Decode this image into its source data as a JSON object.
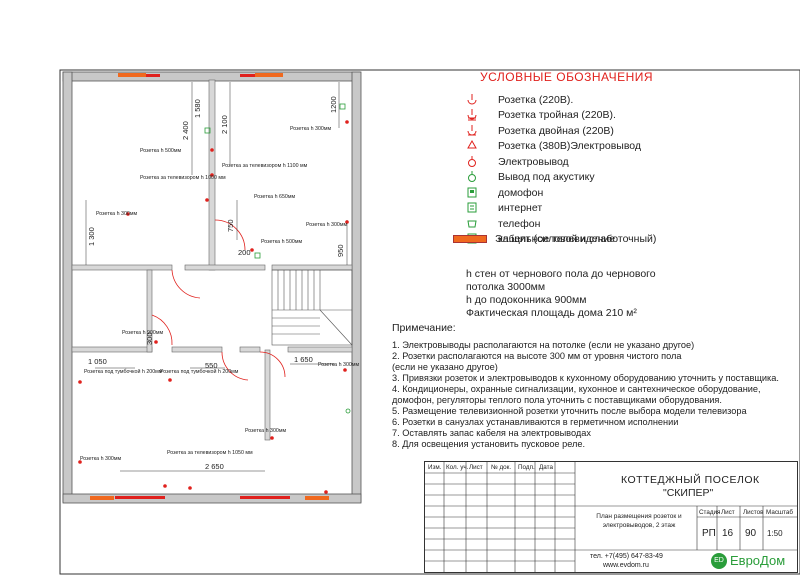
{
  "legend": {
    "title": "УСЛОВНЫЕ ОБОЗНАЧЕНИЯ",
    "items": [
      {
        "icon": "socket-icon",
        "label": "Розетка  (220В)."
      },
      {
        "icon": "triple-socket-icon",
        "label": "Розетка тройная  (220В)."
      },
      {
        "icon": "double-socket-icon",
        "label": "Розетка двойная  (220В)"
      },
      {
        "icon": "socket-380-icon",
        "label": "Розетка  (380В)Электровывод"
      },
      {
        "icon": "outlet-icon",
        "label": "Электровывод"
      },
      {
        "icon": "acoustic-outlet-icon",
        "label": "Вывод под акустику"
      },
      {
        "icon": "intercom-icon",
        "label": "домофон"
      },
      {
        "icon": "internet-icon",
        "label": "интернет"
      },
      {
        "icon": "phone-icon",
        "label": "телефон"
      },
      {
        "icon": "cable-tv-icon",
        "label": "кабельное телевидение"
      }
    ],
    "shield_label": "Эл.щит (силовой и слаботочный)"
  },
  "facts": [
    "h стен от чернового пола до чернового",
    "потолка 3000мм",
    "h до подоконника 900мм",
    "Фактическая площадь дома 210 м²"
  ],
  "notes_title": "Примечание:",
  "notes": [
    "1. Электровыводы располагаются на потолке (если не указано другое)",
    "2. Розетки располагаются на высоте 300 мм от уровня чистого пола",
    "(если не указано другое)",
    "3. Привязки розеток и электровыводов к кухонному оборудованию уточнить у поставщика.",
    "4. Кондиционеры, охранные сигнализации, кухонное и сантехническое оборудование,",
    "домофон,  регуляторы теплого пола уточнить с поставщиками оборудования.",
    "5. Размещение телевизионной розетки уточнить после выбора модели телевизора",
    "6. Розетки в санузлах устанавливаются в герметичном исполнении",
    "7. Оставлять запас кабеля на электровыводах",
    "8. Для освещения установить пусковое реле."
  ],
  "plan": {
    "dimensions": [
      "1 580",
      "2 400",
      "2 100",
      "1200",
      "1 300",
      "750",
      "200",
      "950",
      "300",
      "1 050",
      "550",
      "1 650",
      "2 650"
    ],
    "labels": [
      "Розетка h 500мм",
      "Розетка за телевизором h 1100 мм",
      "Розетка за телевизором h 1000 мм",
      "Розетка h 300мм",
      "Розетка h 650мм",
      "Розетка h 300мм",
      "Розетка h 300мм",
      "Розетка h 500мм",
      "Розетка h 900мм",
      "Розетка под тумбочкой h 200мм",
      "Розетка под тумбочкой h 200мм",
      "Розетка h 300мм",
      "Розетка h 300мм",
      "Розетка за телевизором h 1050 мм",
      "Розетка h 300мм"
    ]
  },
  "stamp": {
    "headers": [
      "Изм.",
      "Кол. уч.",
      "Лист",
      "№ док.",
      "Подп.",
      "Дата"
    ],
    "project": "КОТТЕДЖНЫЙ ПОСЕЛОК",
    "project_name": "\"СКИПЕР\"",
    "sheet_title": "План размещения розеток и электровыводов, 2 этаж",
    "col_headers": [
      "Стадия",
      "Лист",
      "Листов",
      "Масштаб"
    ],
    "stage": "РП",
    "sheet": "16",
    "sheets": "90",
    "scale": "1:50",
    "phone": "тел. +7(495) 647-83-49",
    "site": "www.evdom.ru",
    "logo": "ЕвроДом",
    "logo_badge": "ЕD"
  },
  "colors": {
    "accent": "#e0211d",
    "shield": "#f0691f",
    "wall": "#8a8a8a",
    "green": "#2a9d3a"
  }
}
